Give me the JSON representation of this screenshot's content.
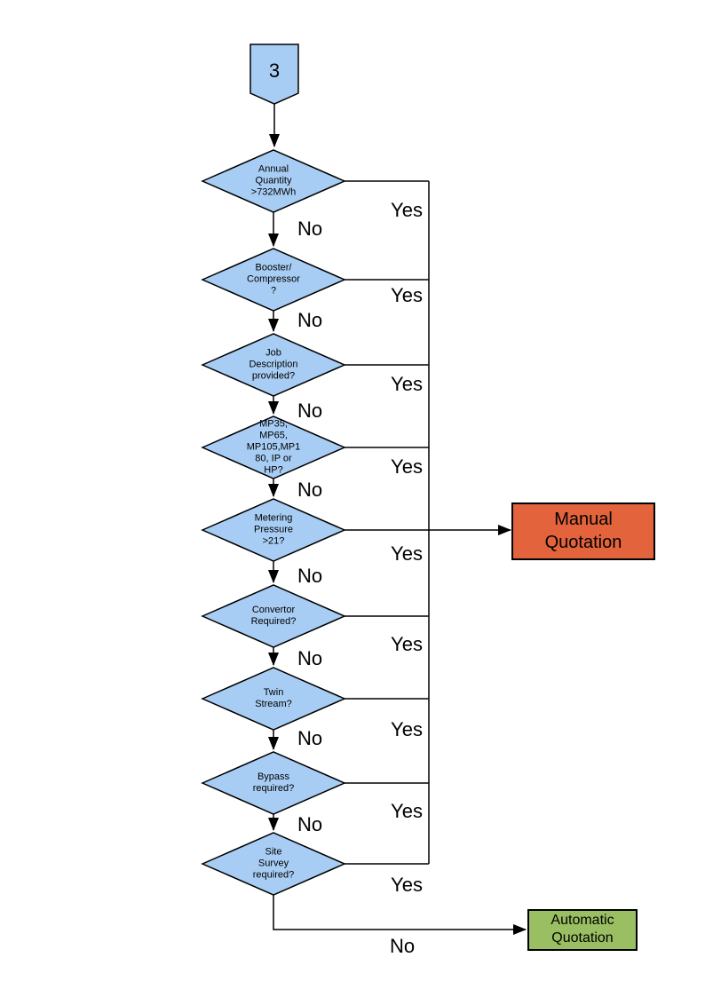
{
  "colors": {
    "node_fill": "#A8CDF4",
    "node_border": "#000000",
    "line": "#000000"
  },
  "offpage_connector": {
    "label": "3"
  },
  "decisions": [
    {
      "label": "Annual\nQuantity\n>732MWh"
    },
    {
      "label": "Booster/\nCompressor\n?"
    },
    {
      "label": "Job\nDescription\nprovided?"
    },
    {
      "label": "MP35,\nMP65,\nMP105,MP1\n80, IP or\nHP?"
    },
    {
      "label": "Metering\nPressure\n>21?"
    },
    {
      "label": "Convertor\nRequired?"
    },
    {
      "label": "Twin\nStream?"
    },
    {
      "label": "Bypass\nrequired?"
    },
    {
      "label": "Site\nSurvey\nrequired?"
    }
  ],
  "branch_labels": {
    "yes": "Yes",
    "no": "No"
  },
  "outcomes": {
    "manual": {
      "label": "Manual\nQuotation",
      "fill": "#E2633C"
    },
    "automatic": {
      "label": "Automatic\nQuotation",
      "fill": "#9ABE62"
    }
  }
}
